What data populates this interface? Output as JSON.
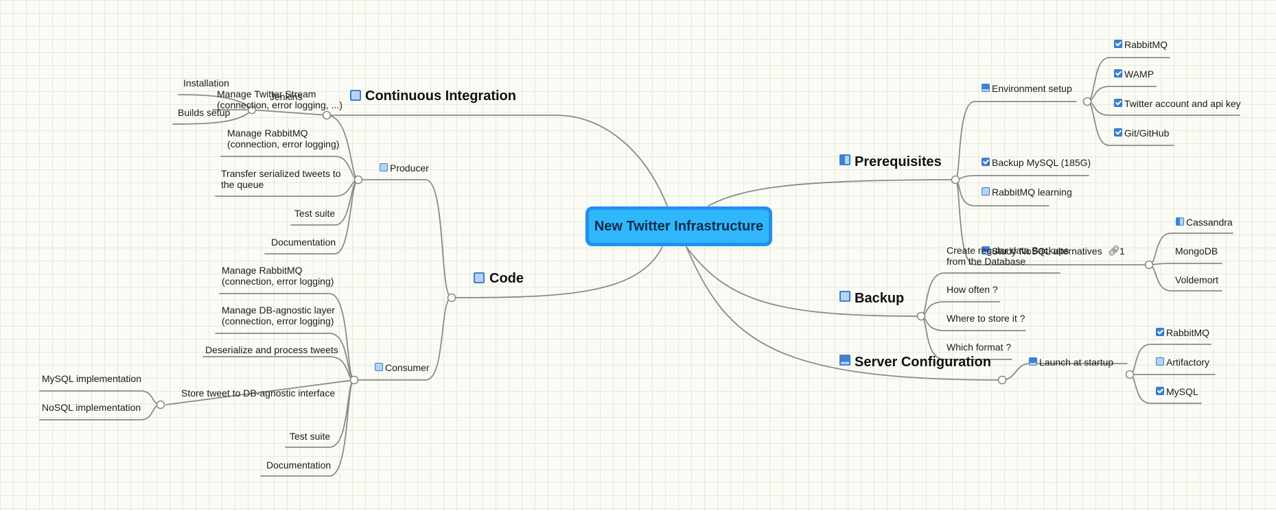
{
  "root": {
    "label": "New Twitter Infrastructure"
  },
  "colors": {
    "root_fill": "#30b6fb",
    "root_border": "#1f8ff0",
    "connector": "#8a8a8a",
    "task_icon": "#3e82d6"
  },
  "left": {
    "ci": {
      "title": "Continuous Integration",
      "jenkins": "Jenkins",
      "installation": "Installation",
      "builds_setup": "Builds setup"
    },
    "code": {
      "title": "Code",
      "producer": {
        "label": "Producer",
        "items": [
          "Manage Twitter Stream\n(connection, error logging, ...)",
          "Manage RabbitMQ\n(connection, error logging)",
          "Transfer serialized tweets to\nthe queue",
          "Test suite",
          "Documentation"
        ]
      },
      "consumer": {
        "label": "Consumer",
        "items": [
          "Manage RabbitMQ\n(connection, error logging)",
          "Manage DB-agnostic layer\n(connection, error logging)",
          "Deserialize and process tweets",
          "Store tweet to DB-agnostic interface",
          "Test suite",
          "Documentation"
        ],
        "store_children": [
          "MySQL implementation",
          "NoSQL implementation"
        ]
      }
    }
  },
  "right": {
    "prerequisites": {
      "title": "Prerequisites",
      "environment_setup": {
        "label": "Environment setup",
        "children": [
          "RabbitMQ",
          "WAMP",
          "Twitter account and api key",
          "Git/GitHub"
        ]
      },
      "backup_mysql": "Backup MySQL (185G)",
      "rabbitmq_learning": "RabbitMQ learning",
      "study_nosql": {
        "label": "Study NoSQL alternatives",
        "link_count": "1",
        "children": [
          "Cassandra",
          "MongoDB",
          "Voldemort"
        ]
      }
    },
    "backup": {
      "title": "Backup",
      "items": [
        "Create regular data Backups\nfrom the Database",
        "How often ?",
        "Where to store it ?",
        "Which format ?"
      ]
    },
    "server": {
      "title": "Server Configuration",
      "launch": {
        "label": "Launch at startup",
        "children": [
          "RabbitMQ",
          "Artifactory",
          "MySQL"
        ]
      }
    }
  }
}
